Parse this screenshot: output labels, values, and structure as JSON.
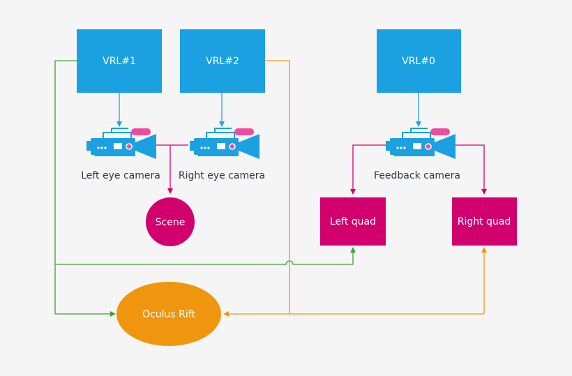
{
  "nodes": {
    "vrl1": {
      "label": "VRL#1"
    },
    "vrl2": {
      "label": "VRL#2"
    },
    "vrl0": {
      "label": "VRL#0"
    },
    "scene": {
      "label": "Scene"
    },
    "left_quad": {
      "label": "Left quad"
    },
    "right_quad": {
      "label": "Right quad"
    },
    "oculus": {
      "label": "Oculus Rift"
    }
  },
  "cameras": {
    "left": {
      "label": "Left eye camera"
    },
    "right": {
      "label": "Right eye camera"
    },
    "feedback": {
      "label": "Feedback camera"
    }
  },
  "colors": {
    "background": "#f6f5f5",
    "vrl_box": "#1ba1e2",
    "magenta": "#d2006e",
    "orange": "#f0960e",
    "green": "#3aa335",
    "camera_body": "#1ba1e2",
    "camera_accent": "#ee4b9c",
    "label_text": "#2f3a4a"
  },
  "icons": {
    "camera": "video-camera-icon"
  }
}
